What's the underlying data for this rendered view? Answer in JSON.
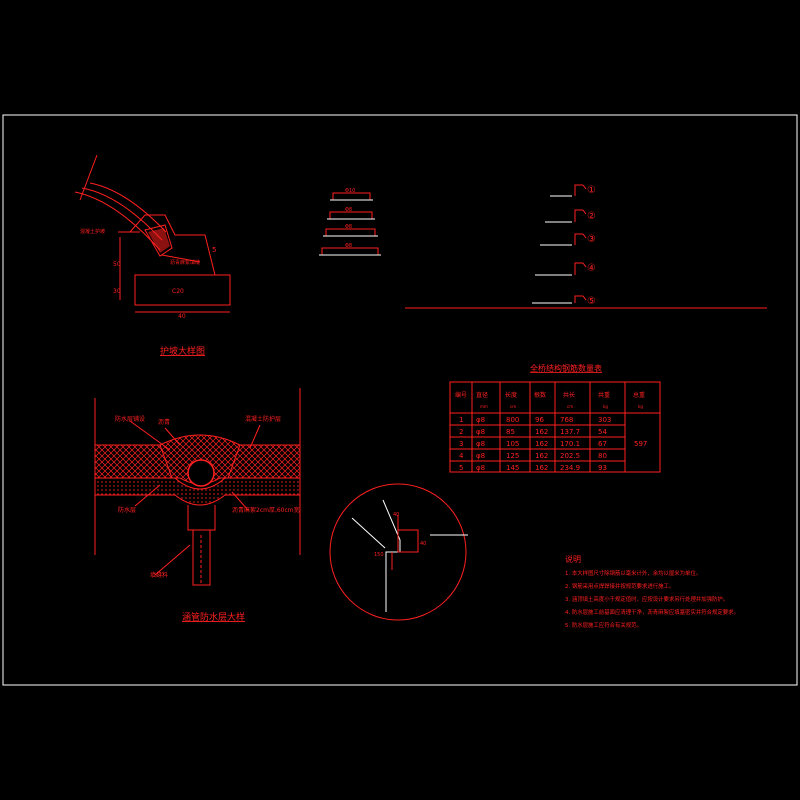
{
  "colors": {
    "background": "#000000",
    "line": "#ff2020",
    "frame": "#ffffff"
  },
  "detail_left": {
    "title": "护坡大样图",
    "dims": {
      "h1": "50",
      "h2": "30",
      "w": "40",
      "slope": "5",
      "base": "C20"
    },
    "callout_a": "混凝土护坡",
    "callout_b": "沥青麻絮填缝"
  },
  "bar_shapes": {
    "labels": [
      "Φ10",
      "Φ8",
      "Φ8",
      "Φ8"
    ]
  },
  "bar_legend": {
    "markers": [
      "①",
      "②",
      "③",
      "④",
      "⑤"
    ]
  },
  "section": {
    "title": "涵管防水层大样",
    "labels": {
      "top_left": "防水层铺设",
      "top_mid": "沥青",
      "top_right": "混凝土防护层",
      "left_mid": "防水层",
      "right_mid": "沥青麻絮2cm厚,60cm宽",
      "bottom": "填缝料"
    }
  },
  "circle_detail": {
    "dims": [
      "40",
      "40",
      "150"
    ]
  },
  "table": {
    "title": "全桥结构钢筋数量表",
    "headers": [
      "编号",
      "直径",
      "长度",
      "根数",
      "共长",
      "共重",
      "总重"
    ],
    "units": [
      "",
      "mm",
      "cm",
      "",
      "cm",
      "kg",
      "kg"
    ],
    "rows": [
      [
        "1",
        "φ8",
        "800",
        "96",
        "768",
        "303"
      ],
      [
        "2",
        "φ8",
        "85",
        "162",
        "137.7",
        "54"
      ],
      [
        "3",
        "φ8",
        "105",
        "162",
        "170.1",
        "67"
      ],
      [
        "4",
        "φ8",
        "125",
        "162",
        "202.5",
        "80"
      ],
      [
        "5",
        "φ8",
        "145",
        "162",
        "234.9",
        "93"
      ]
    ],
    "total": "597"
  },
  "notes": {
    "title": "说明",
    "items": [
      "1. 本大样图尺寸除钢筋以毫米计外，余均以厘米为单位。",
      "2. 钢筋采用点焊焊接并按规范要求进行施工。",
      "3. 涵顶填土高度小于规定值时，应按设计要求另行处理并加强防护。",
      "4. 防水层施工前基面应清理干净，沥青麻絮应填塞密实并符合规定要求。",
      "5. 防水层施工应符合有关规范。"
    ]
  }
}
